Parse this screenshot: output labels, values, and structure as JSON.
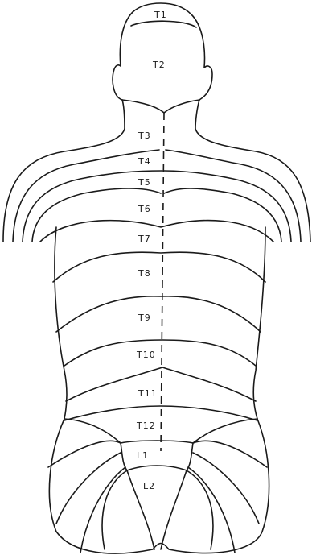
{
  "diagram": {
    "labels": {
      "t1": "T1",
      "t2": "T2",
      "t3": "T3",
      "t4": "T4",
      "t5": "T5",
      "t6": "T6",
      "t7": "T7",
      "t8": "T8",
      "t9": "T9",
      "t10": "T10",
      "t11": "T11",
      "t12": "T12",
      "l1": "L1",
      "l2": "L2"
    },
    "colors": {
      "ink": "#1a1a1a",
      "paper": "#ffffff"
    }
  }
}
